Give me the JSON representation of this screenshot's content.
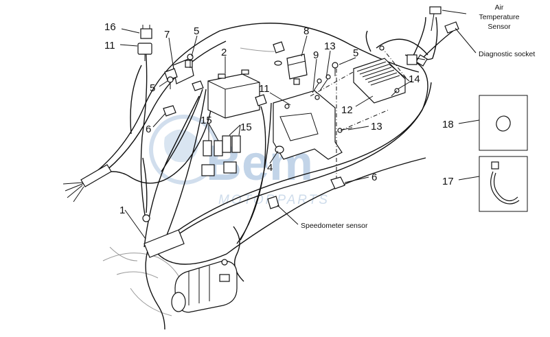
{
  "callouts": {
    "n1": "1",
    "n2": "2",
    "n4": "4",
    "n5a": "5",
    "n5b": "5",
    "n5c": "5",
    "n6a": "6",
    "n6b": "6",
    "n7": "7",
    "n8": "8",
    "n9": "9",
    "n11a": "11",
    "n11b": "11",
    "n12": "12",
    "n13a": "13",
    "n13b": "13",
    "n14": "14",
    "n15a": "15",
    "n15b": "15",
    "n16": "16",
    "n17": "17",
    "n18": "18"
  },
  "labels": {
    "air_temp_1": "Air",
    "air_temp_2": "Temperature",
    "air_temp_3": "Sensor",
    "diagnostic_socket": "Diagnostic socket",
    "speedometer_sensor": "Speedometer sensor"
  },
  "watermark": {
    "logo": "Bem",
    "text": "MOTORPARTS"
  },
  "colors": {
    "line": "#111111",
    "watermark": "#b8cde4"
  }
}
